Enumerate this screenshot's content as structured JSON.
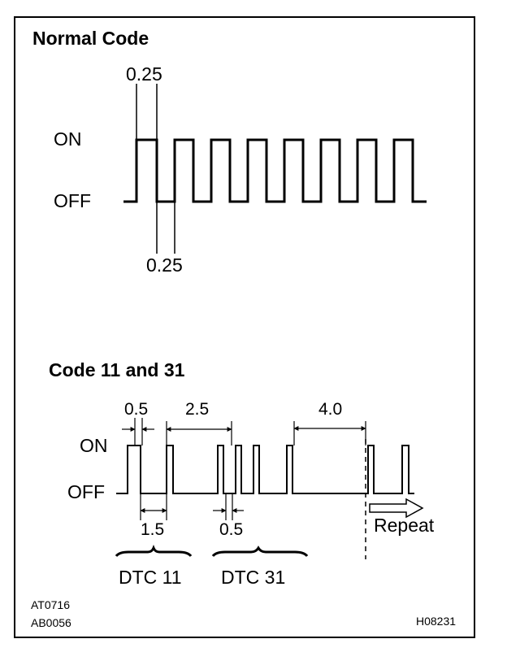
{
  "normal": {
    "title": "Normal Code",
    "on_label": "ON",
    "off_label": "OFF",
    "dim_top": "0.25",
    "dim_bottom": "0.25"
  },
  "code": {
    "title": "Code 11 and 31",
    "on_label": "ON",
    "off_label": "OFF",
    "dim_05_top": "0.5",
    "dim_25": "2.5",
    "dim_40": "4.0",
    "dim_15": "1.5",
    "dim_05_bottom": "0.5",
    "repeat_label": "Repeat",
    "dtc11_label": "DTC 11",
    "dtc31_label": "DTC 31"
  },
  "footer": {
    "ref1": "AT0716",
    "ref2": "AB0056",
    "figure_id": "H08231"
  }
}
